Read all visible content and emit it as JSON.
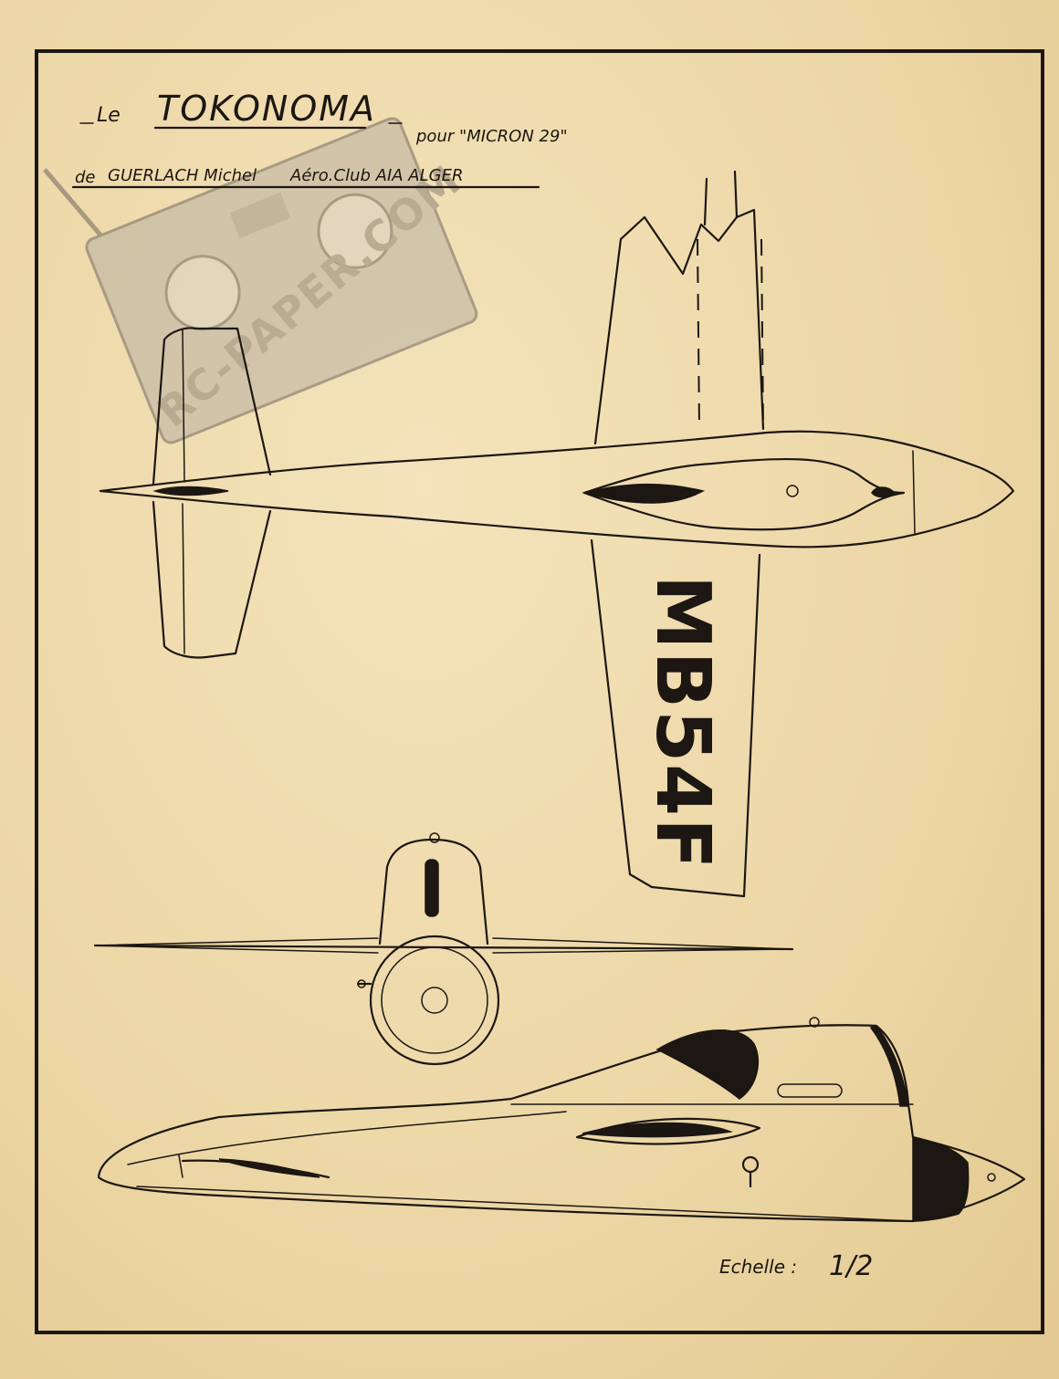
{
  "title": {
    "article": "Le",
    "name": "TOKONOMA",
    "subtitle": "pour \"MICRON 29\""
  },
  "credit": {
    "prefix": "de",
    "author": "GUERLACH Michel",
    "club": "Aéro.Club AIA ALGER"
  },
  "registration": "MB54F",
  "scale": {
    "label": "Echelle :",
    "value": "1/2"
  },
  "watermark": "RC-PAPER.COM",
  "colors": {
    "paper": "#efdcb0",
    "ink": "#1c1712"
  }
}
